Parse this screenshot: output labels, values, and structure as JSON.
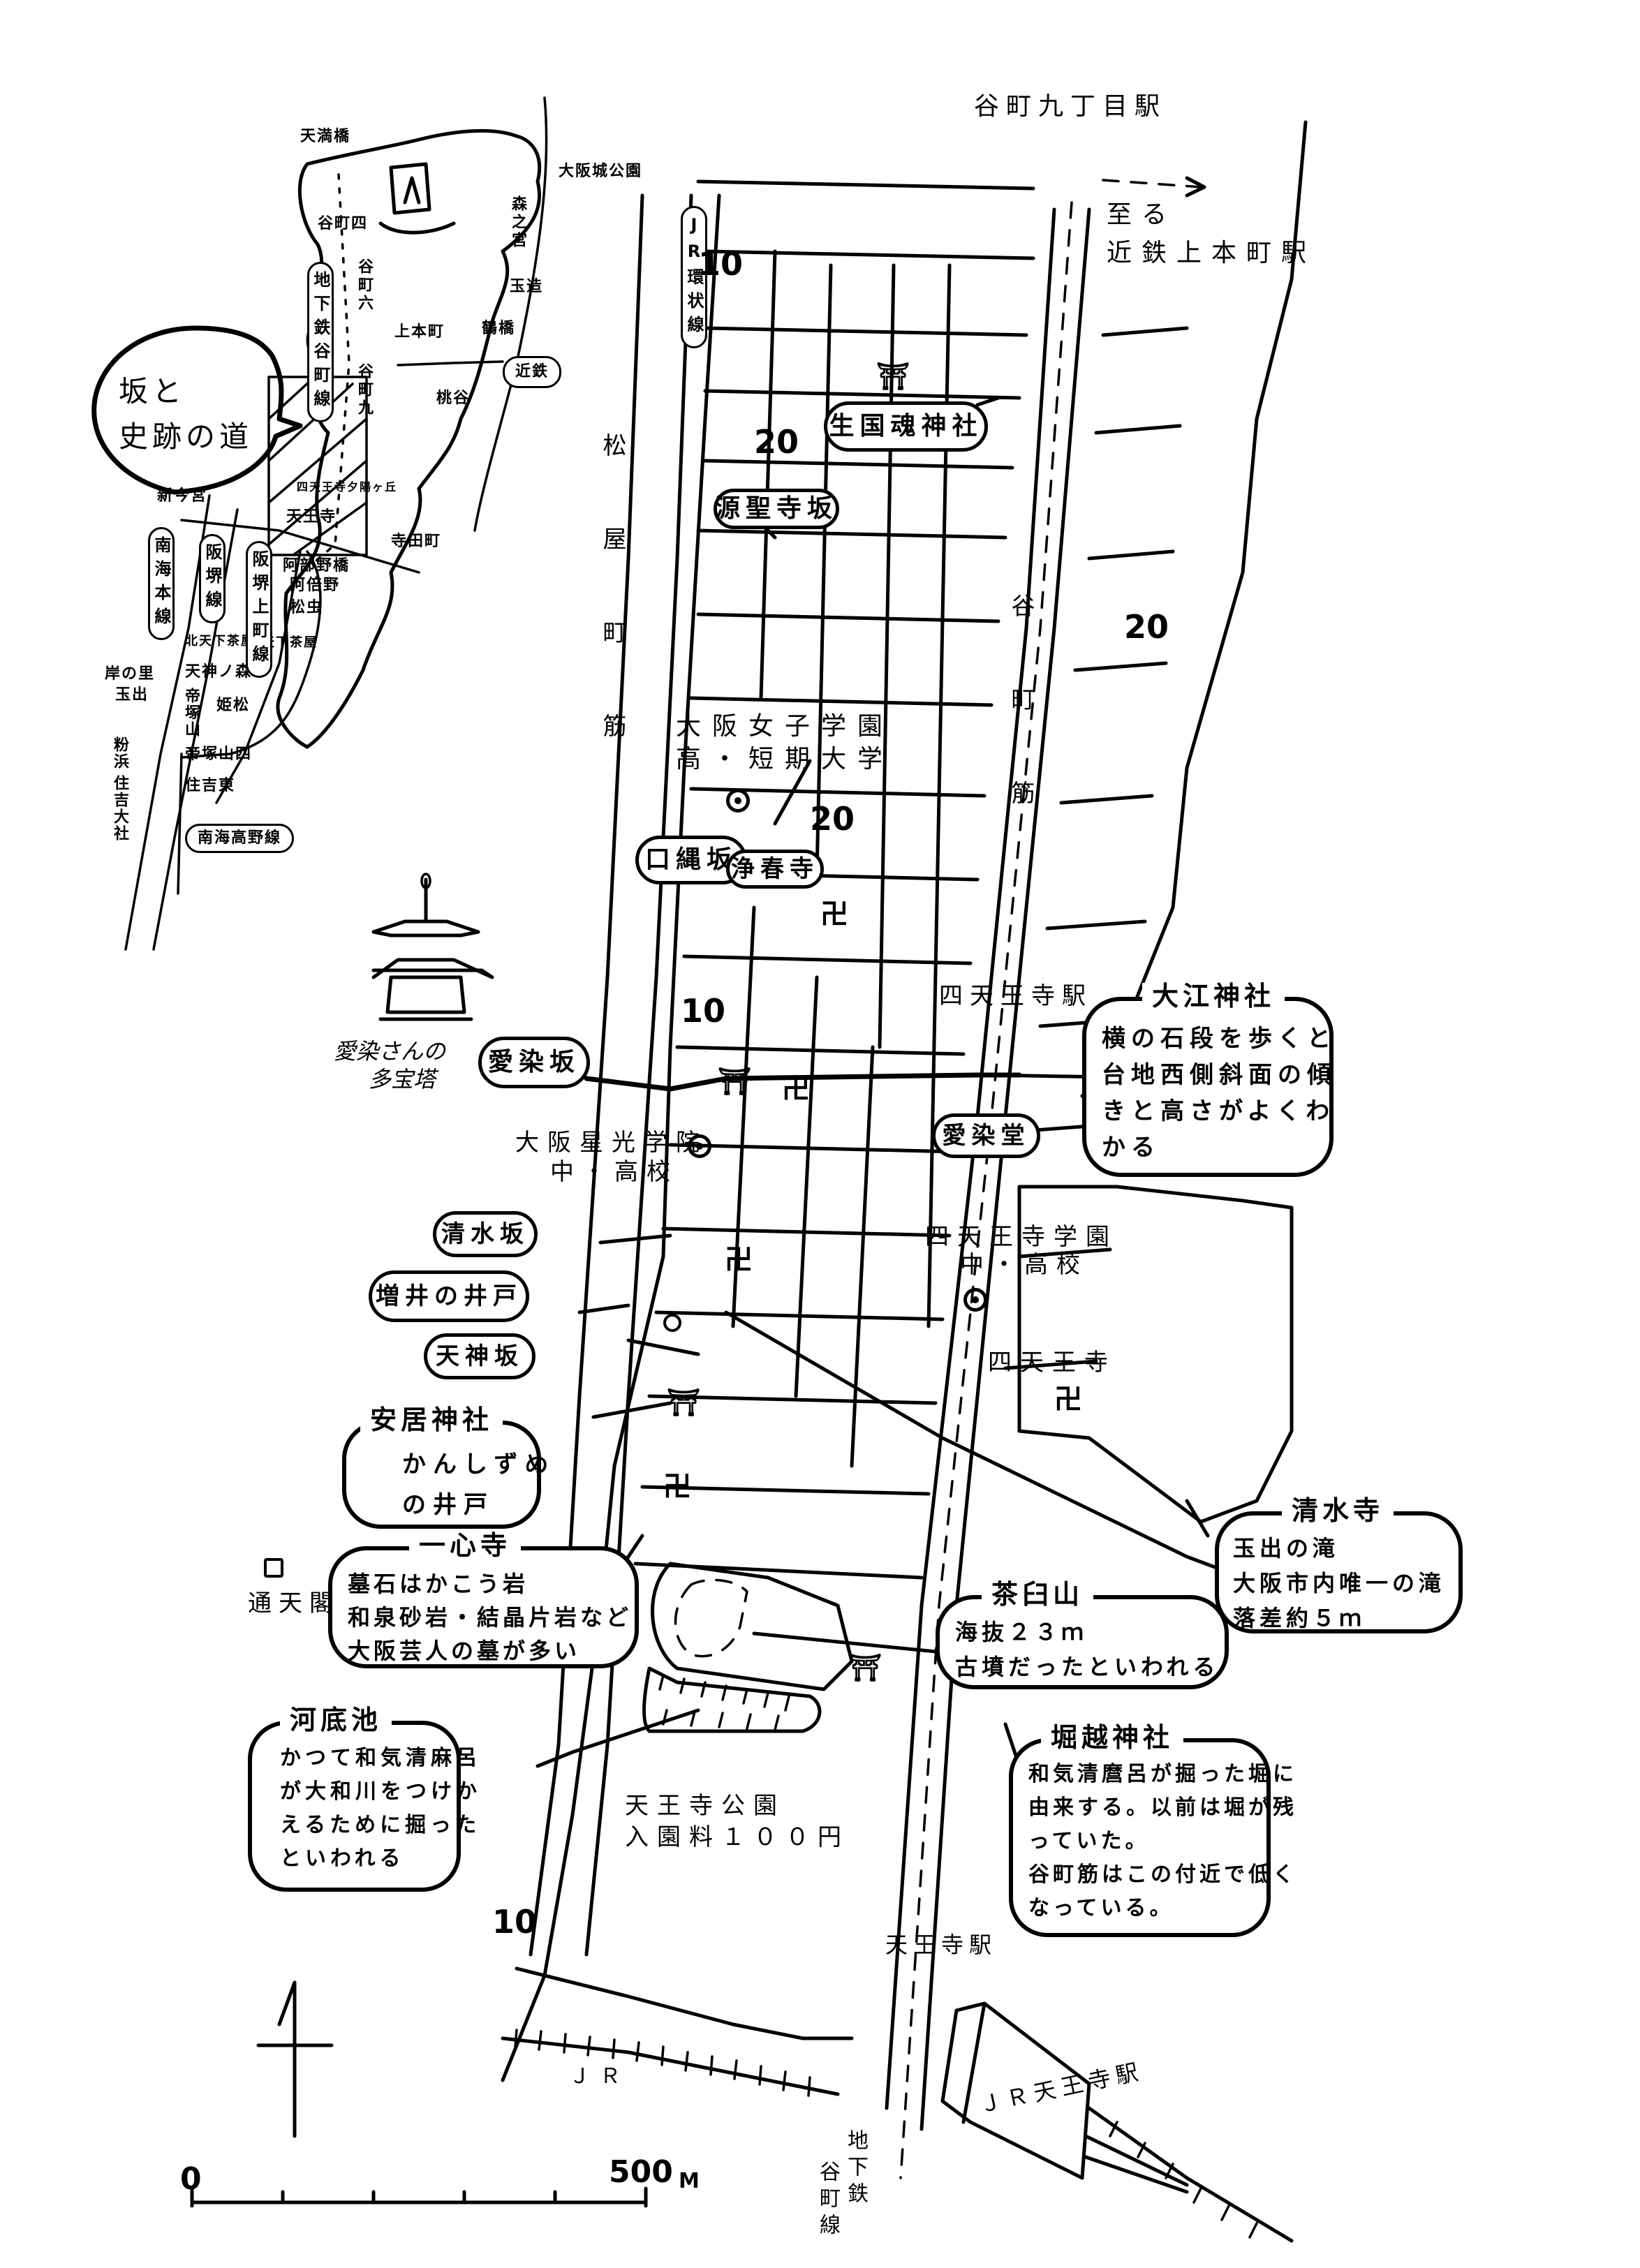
{
  "title": "坂と史跡の道",
  "inset_map": {
    "route_bubble": [
      "坂と",
      "史跡の道"
    ],
    "stations": [
      "天満橋",
      "大阪城公園",
      "谷町四",
      "森之宮",
      "谷町六",
      "玉造",
      "上本町",
      "鶴橋",
      "谷町九",
      "桃谷",
      "四天王寺夕陽ヶ丘",
      "天王寺",
      "寺田町",
      "新今宮",
      "阿部野橋",
      "阿倍野",
      "松虫",
      "北天下茶屋",
      "東天下茶屋",
      "天神ノ森",
      "岸の里",
      "玉出",
      "帝塚山",
      "姫松",
      "帝塚山四",
      "住吉東",
      "粉浜",
      "住吉大社"
    ],
    "lines_vertical": [
      "地下鉄谷町線",
      "JR環状線",
      "南海本線",
      "阪堺線",
      "阪堺上町線"
    ],
    "lines_horizontal": [
      "近鉄",
      "南海高野線"
    ]
  },
  "pagoda": {
    "caption_line1": "愛染さんの",
    "caption_line2": "多宝塔"
  },
  "streets": {
    "matsuyamachi": "松屋町筋",
    "tanimachi": "谷町筋"
  },
  "stations": {
    "tanimachi9": "谷町九丁目駅",
    "kintetsu_line1": "至る",
    "kintetsu_line2": "近鉄上本町駅",
    "shitennoji_mae": "四天王寺駅",
    "tennoji": "天王寺駅",
    "jr_tennoji": "ＪＲ天王寺駅",
    "subway_line_a": "地下鉄",
    "subway_line_b": "谷町線",
    "jr": "ＪＲ"
  },
  "places": {
    "ikukunitama": "生国魂神社",
    "genshoji_zaka": "源聖寺坂",
    "osaka_jogakuen_1": "大阪女子学園",
    "osaka_jogakuen_2": "高・短期大学",
    "kuchinawa_zaka": "口縄坂",
    "joshunji": "浄春寺",
    "aizen_zaka": "愛染坂",
    "aizendo": "愛染堂",
    "seiko_1": "大阪星光学院",
    "seiko_2": "中・高校",
    "kiyomizu_zaka": "清水坂",
    "masui_ido": "増井の井戸",
    "tenjin_zaka": "天神坂",
    "shitennoji_gakuen_1": "四天王寺学園",
    "shitennoji_gakuen_2": "中・高校",
    "shitennoji": "四天王寺",
    "tsutenkaku": "通天閣",
    "park_1": "天王寺公園",
    "park_2": "入園料１００円"
  },
  "callouts": [
    {
      "id": "oe",
      "title": "大江神社",
      "lines": [
        "横の石段を歩くと",
        "台地西側斜面の傾",
        "きと高さがよくわ",
        "かる"
      ]
    },
    {
      "id": "yasui",
      "title": "安居神社",
      "lines": [
        "かんしずめ",
        "の井戸"
      ]
    },
    {
      "id": "isshinji",
      "title": "一心寺",
      "lines": [
        "墓石はかこう岩",
        "和泉砂岩・結晶片岩など",
        "大阪芸人の墓が多い"
      ]
    },
    {
      "id": "kiyomizudera",
      "title": "清水寺",
      "lines": [
        "玉出の滝",
        "大阪市内唯一の滝",
        "落差約５ｍ"
      ]
    },
    {
      "id": "chausuyama",
      "title": "茶臼山",
      "lines": [
        "海抜２３ｍ",
        "古墳だったといわれる"
      ]
    },
    {
      "id": "kawazoko",
      "title": "河底池",
      "lines": [
        "かつて和気清麻呂",
        "が大和川をつけか",
        "えるために掘った",
        "といわれる"
      ]
    },
    {
      "id": "horikoshi",
      "title": "堀越神社",
      "lines": [
        "和気清麿呂が掘った堀に",
        "由来する。以前は堀が残",
        "っていた。",
        "谷町筋はこの付近で低く",
        "なっている。"
      ]
    }
  ],
  "contours": [
    "10",
    "20",
    "20",
    "20",
    "10",
    "10"
  ],
  "scale": {
    "zero": "0",
    "max": "500",
    "unit": "M"
  },
  "icons": {
    "torii": "⛩",
    "manji": "卍",
    "school": "school-mark"
  }
}
